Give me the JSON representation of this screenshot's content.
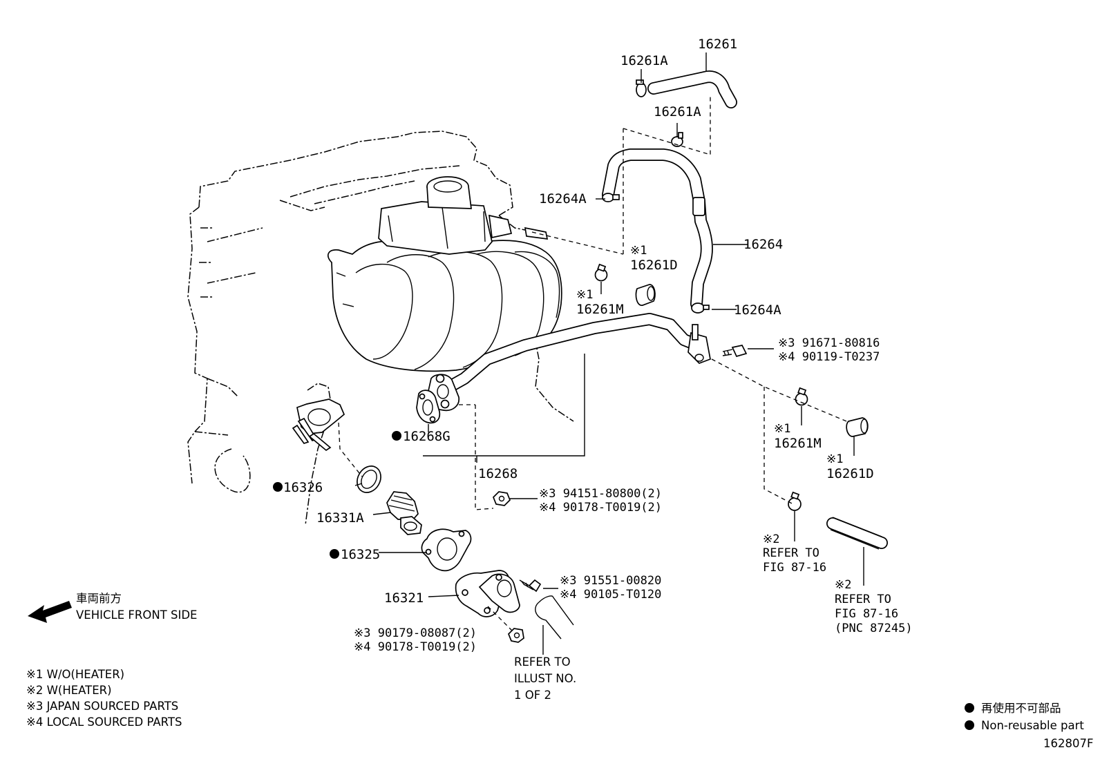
{
  "parts": {
    "p16261": "16261",
    "p16261A_1": "16261A",
    "p16261A_2": "16261A",
    "p16264A_1": "16264A",
    "p16264": "16264",
    "p16264A_2": "16264A",
    "p16261D_1_mark": "※1",
    "p16261D_1": "16261D",
    "p16261M_1_mark": "※1",
    "p16261M_1": "16261M",
    "p16261M_2_mark": "※1",
    "p16261M_2": "16261M",
    "p16261D_2_mark": "※1",
    "p16261D_2": "16261D",
    "p16268G": "16268G",
    "p16268": "16268",
    "p16326": "16326",
    "p16331A": "16331A",
    "p16325": "16325",
    "p16321": "16321"
  },
  "fasteners": {
    "bolt_top": [
      "※3 91671-80816",
      "※4 90119-T0237"
    ],
    "nut_mid": [
      "※3 94151-80800(2)",
      "※4 90178-T0019(2)"
    ],
    "bolt_low": [
      "※3 91551-00820",
      "※4 90105-T0120"
    ],
    "nut_low": [
      "※3 90179-08087(2)",
      "※4 90178-T0019(2)"
    ]
  },
  "refs": {
    "ref_a": [
      "※2",
      "REFER TO",
      "FIG 87-16"
    ],
    "ref_b": [
      "※2",
      "REFER TO",
      "FIG 87-16",
      "(PNC 87245)"
    ],
    "ref_c": [
      "REFER TO",
      "ILLUST NO.",
      "1 OF 2"
    ]
  },
  "direction": {
    "jp": "車両前方",
    "en": "VEHICLE FRONT SIDE"
  },
  "notes": [
    "※1 W/O(HEATER)",
    "※2 W(HEATER)",
    "※3 JAPAN SOURCED PARTS",
    "※4 LOCAL SOURCED PARTS"
  ],
  "legend": {
    "jp": "再使用不可部品",
    "en": "Non-reusable part"
  },
  "figure_id": "162807F"
}
